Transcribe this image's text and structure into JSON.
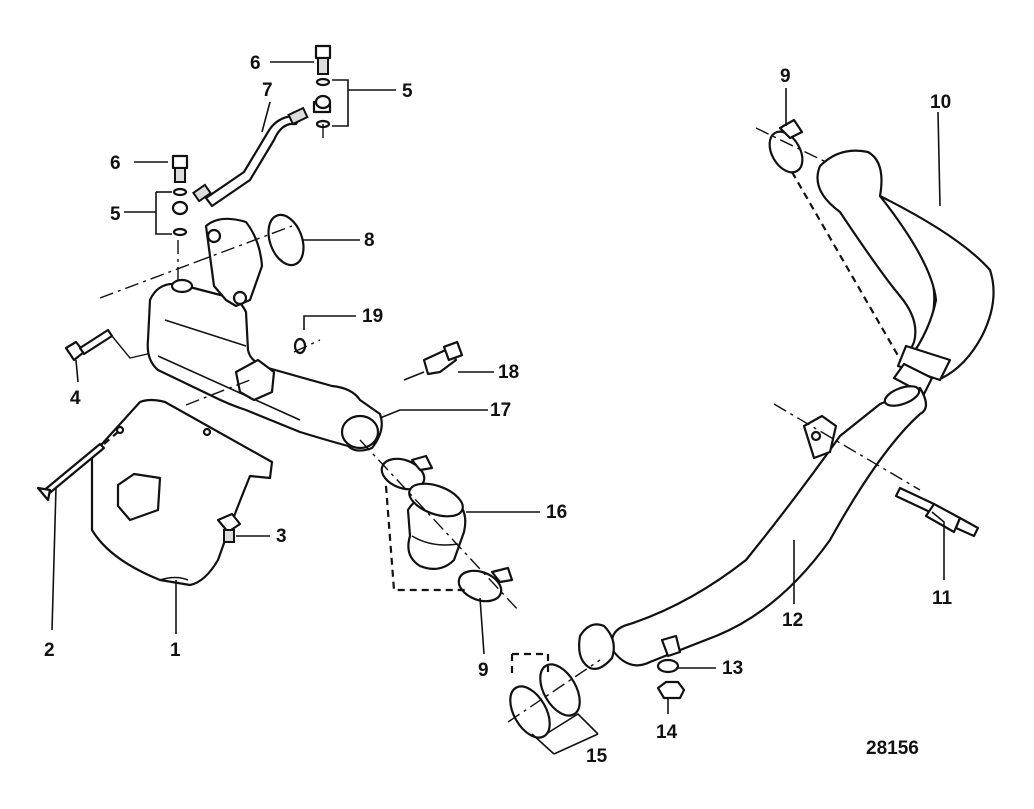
{
  "figure_number": "28156",
  "callouts": [
    "1",
    "2",
    "3",
    "4",
    "5",
    "5",
    "6",
    "6",
    "7",
    "8",
    "9",
    "9",
    "10",
    "11",
    "12",
    "13",
    "14",
    "15",
    "16",
    "17",
    "18",
    "19"
  ],
  "colors": {
    "ink": "#111111",
    "paper": "#ffffff",
    "shade": "#dcdcdc"
  }
}
